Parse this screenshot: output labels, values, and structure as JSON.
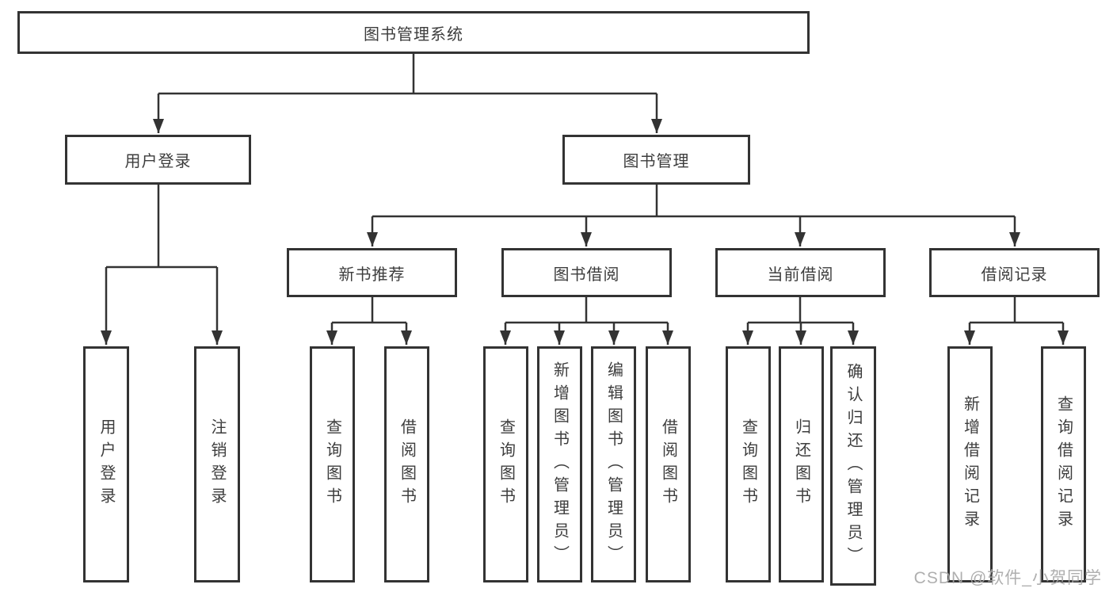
{
  "diagram": {
    "title": "图书管理系统",
    "children": [
      {
        "label": "用户登录",
        "children": [
          {
            "label": "用户登录"
          },
          {
            "label": "注销登录"
          }
        ]
      },
      {
        "label": "图书管理",
        "children": [
          {
            "label": "新书推荐",
            "children": [
              {
                "label": "查询图书"
              },
              {
                "label": "借阅图书"
              }
            ]
          },
          {
            "label": "图书借阅",
            "children": [
              {
                "label": "查询图书"
              },
              {
                "label": "新增图书（管理员）"
              },
              {
                "label": "编辑图书（管理员）"
              },
              {
                "label": "借阅图书"
              }
            ]
          },
          {
            "label": "当前借阅",
            "children": [
              {
                "label": "查询图书"
              },
              {
                "label": "归还图书"
              },
              {
                "label": "确认归还（管理员）"
              }
            ]
          },
          {
            "label": "借阅记录",
            "children": [
              {
                "label": "新增借阅记录"
              },
              {
                "label": "查询借阅记录"
              }
            ]
          }
        ]
      }
    ]
  },
  "watermark": "CSDN @软件_小贺同学",
  "colors": {
    "line": "#333333",
    "node_border": "#333333",
    "node_text": "#3d3d3d",
    "watermark_text": "#a6a6a6",
    "background": "#ffffff"
  }
}
